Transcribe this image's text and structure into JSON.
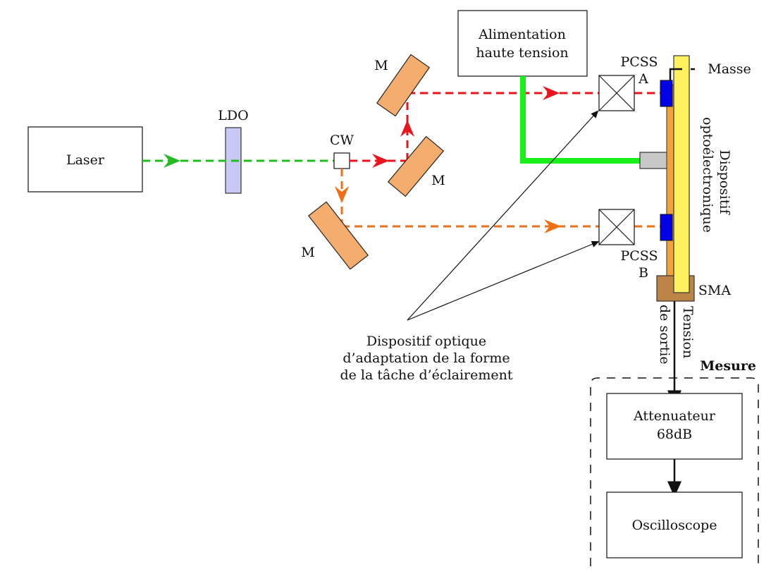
{
  "labels": {
    "laser": "Laser",
    "ldo": "LDO",
    "cw": "CW",
    "mirror_top": "M",
    "mirror_mid": "M",
    "mirror_bottom": "M",
    "hv_line1": "Alimentation",
    "hv_line2": "haute tension",
    "pcss_a_1": "PCSS",
    "pcss_a_2": "A",
    "pcss_b_1": "PCSS",
    "pcss_b_2": "B",
    "masse": "Masse",
    "device_1": "Dispositif",
    "device_2": "optoélectronique",
    "sma": "SMA",
    "tension_1": "Tension",
    "tension_2": "de sortie",
    "optic_1": "Dispositif optique",
    "optic_2": "d’adaptation de la forme",
    "optic_3": "de la tâche d’éclairement",
    "mesure": "Mesure",
    "att_1": "Attenuateur",
    "att_2": "68dB",
    "osc": "Oscilloscope"
  },
  "colors": {
    "green_beam": "#22bb22",
    "red_beam": "#e8141e",
    "orange_beam": "#f06e14",
    "mirror": "#f5ad6d",
    "ldo": "#c8c8f5",
    "hv_line": "#19f019",
    "pcss": "#0000e6",
    "device": "#fff060",
    "strip": "#f0a23c",
    "sma": "#bc8446",
    "electrode": "#c8c8c8"
  }
}
